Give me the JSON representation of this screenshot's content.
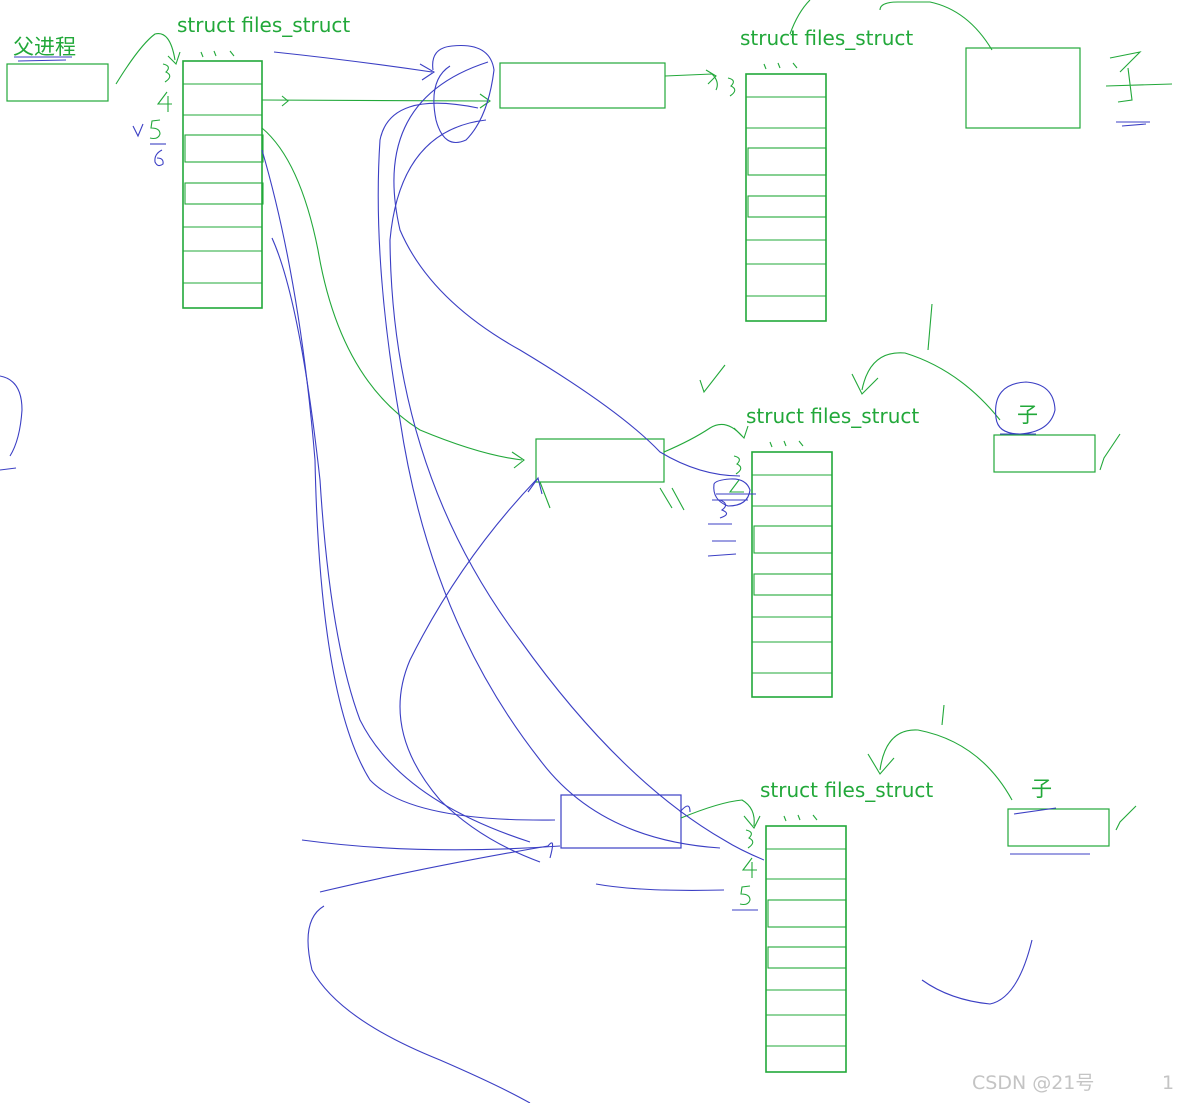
{
  "labels": {
    "parent_process": "父进程",
    "table_top_left": "struct files_struct",
    "table_top_right": "struct files_struct",
    "table_middle": "struct files_struct",
    "table_bottom": "struct files_struct",
    "child_top": "子",
    "child_middle": "子",
    "child_bottom": "子"
  },
  "watermark": {
    "text": "CSDN @21号",
    "page_number": "1"
  },
  "colors": {
    "green": "#22a83a",
    "blue": "#3b3fc4",
    "watermark": "#c4c4c4"
  }
}
